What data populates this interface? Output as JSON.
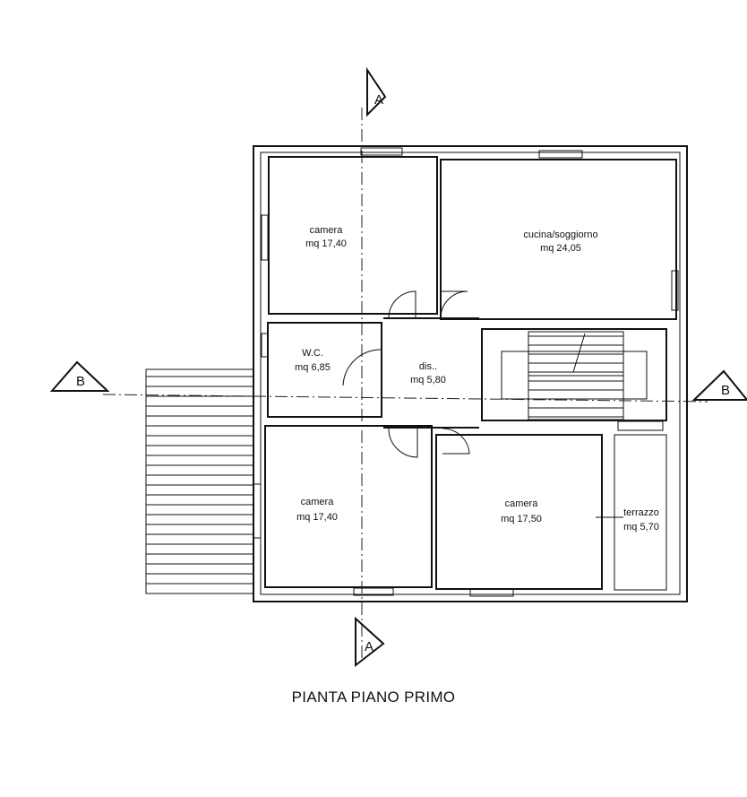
{
  "title": "PIANTA PIANO PRIMO",
  "section_marks": {
    "a": "A",
    "b": "B"
  },
  "rooms": [
    {
      "id": "camera-nw",
      "name": "camera",
      "area": "mq 17,40"
    },
    {
      "id": "cucina",
      "name": "cucina/soggiorno",
      "area": "mq 24,05"
    },
    {
      "id": "wc",
      "name": "W.C.",
      "area": "mq 6,85"
    },
    {
      "id": "dis",
      "name": "dis..",
      "area": "mq 5,80"
    },
    {
      "id": "camera-sw",
      "name": "camera",
      "area": "mq 17,40"
    },
    {
      "id": "camera-se",
      "name": "camera",
      "area": "mq 17,50"
    },
    {
      "id": "terrazzo",
      "name": "terrazzo",
      "area": "mq 5,70"
    }
  ]
}
